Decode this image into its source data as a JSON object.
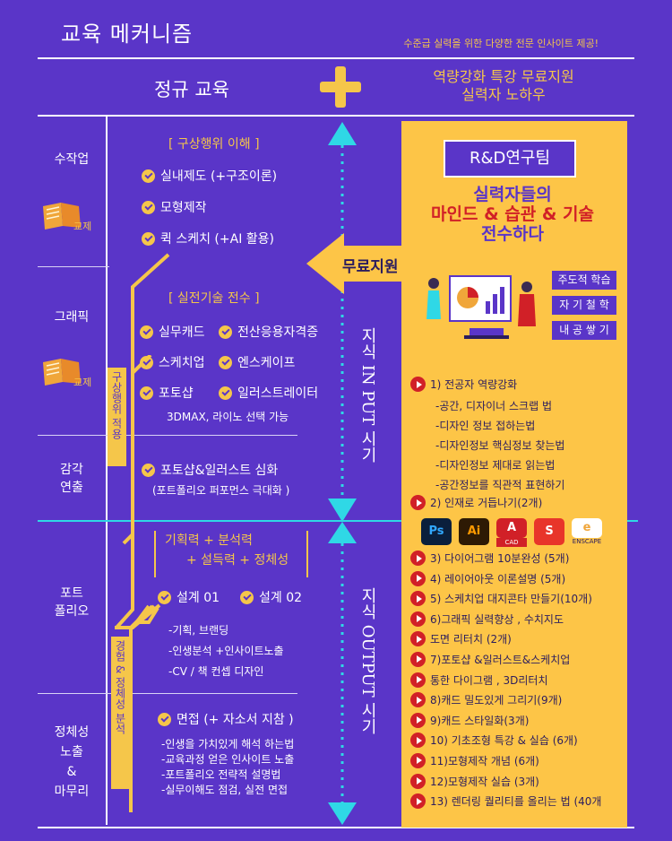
{
  "header": {
    "title": "교육 메커니즘",
    "subtitle": "수준급 실력을 위한 다양한 전문 인사이트 제공!",
    "regular": "정규 교육",
    "special_line1": "역량강화 특강 무료지원",
    "special_line2": "실력자 노하우"
  },
  "categories": {
    "handwork": "수작업",
    "graphic": "그래픽",
    "sense_1": "감각",
    "sense_2": "연출",
    "portfolio_1": "포트",
    "portfolio_2": "폴리오",
    "final_1": "정체성",
    "final_2": "노출",
    "final_3": "&",
    "final_4": "마무리",
    "swap": "교제"
  },
  "section1": {
    "title": "[ 구상행위 이해 ]",
    "items": [
      "실내제도 (+구조이론)",
      "모형제작",
      "퀵 스케치 (+AI 활용)"
    ]
  },
  "section2": {
    "title": "[ 실전기술 전수 ]",
    "items": [
      "실무캐드",
      "전산응용자격증",
      "스케치업",
      "엔스케이프",
      "포토샵",
      "일러스트레이터"
    ],
    "note": "3DMAX, 라이노 선택 가능"
  },
  "section3": {
    "item": "포토샵&일러스트 심화",
    "note": "(포트폴리오 퍼포먼스 극대화 )"
  },
  "section4": {
    "line1": "기획력 + 분석력",
    "line2": "+ 설득력 + 정체성",
    "design1": "설계 01",
    "design2": "설계 02",
    "notes": [
      "-기획, 브랜딩",
      "-인생분석 +인사이트노출",
      "-CV / 책 컨셉 디자인"
    ]
  },
  "section5": {
    "item": "면접 (+ 자소서 지참 )",
    "notes": [
      "-인생을 가치있게 해석 하는법",
      "-교육과정 얻은 인사이트 노출",
      "-포트폴리오 전략적 설명법",
      "-실무이해도 점검, 실전 면접"
    ]
  },
  "side_labels": {
    "concept": "구상행위 적용",
    "experience": "경험 & 정체성 분석",
    "input": "지식 IN PUT 시기",
    "output": "지식 OUTPUT 시기"
  },
  "free_support": "무료지원",
  "panel": {
    "team": "R&D연구팀",
    "text1": "실력자들의",
    "text2": "마인드 & 습관 & 기술",
    "text3": "전수하다",
    "tags": [
      "주도적 학습",
      "자 기 철 학",
      "내 공 쌓 기"
    ],
    "lecture1": "1) 전공자 역량강화",
    "lecture1_subs": [
      "-공간, 디자이너 스크랩 법",
      "-디자인 정보 접하는법",
      "-디자인정보 핵심정보 찾는법",
      "-디자인정보 제대로 읽는법",
      "-공간정보를 직관적 표현하기"
    ],
    "lecture2": "2) 인재로 거듭나기(2개)",
    "software": [
      "Ps",
      "Ai",
      "A",
      "S",
      "e"
    ],
    "software_labels": {
      "autocad": "CAD",
      "enscape": "ENSCAPE"
    },
    "lectures": [
      "3) 다이어그램 10분완성 (5개)",
      "4) 레이어아웃 이론설명 (5개)",
      "5) 스케치업 대지콘타 만들기(10개)",
      "6)그래픽 실력향상 , 수치지도",
      "도면 리터치 (2개)",
      "7)포토샵 &일러스트&스케치업",
      "통한 다이그램 , 3D리터치",
      "8)캐드 밀도있게 그리기(9개)",
      "9)캐드 스타일화(3개)",
      "10) 기초조형 특강 & 실습 (6개)",
      "11)모형제작 개념 (6개)",
      "12)모형제작 실습 (3개)",
      "13) 렌더링 퀄리티를 올리는 법 (40개"
    ]
  },
  "colors": {
    "background": "#5a35c8",
    "accent": "#f5c64a",
    "panel": "#fdc547",
    "cyan": "#2fd8e6",
    "play": "#d12027"
  }
}
